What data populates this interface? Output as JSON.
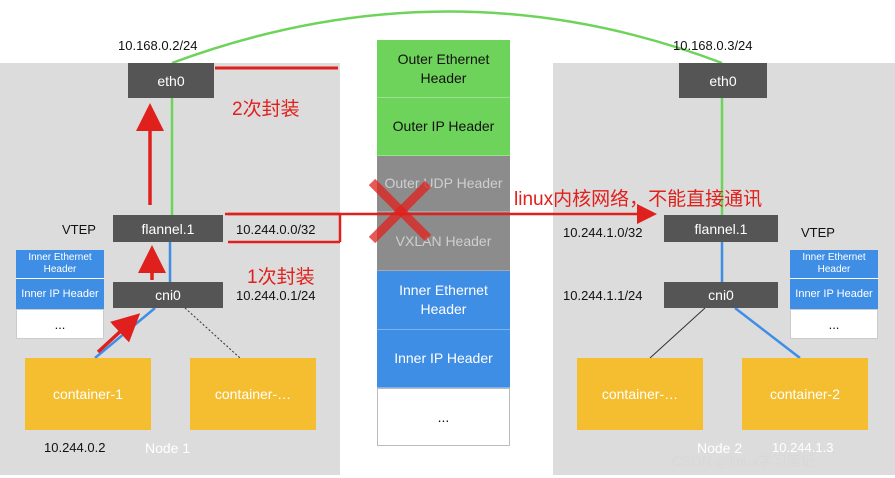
{
  "node1": {
    "label": "Node 1",
    "eth0": {
      "label": "eth0",
      "ip": "10.168.0.2/24"
    },
    "flannel": {
      "label": "flannel.1",
      "ip": "10.244.0.0/32"
    },
    "vtep": "VTEP",
    "cni0": {
      "label": "cni0",
      "ip": "10.244.0.1/24"
    },
    "containers": [
      "container-1",
      "container-…"
    ],
    "container_ip": "10.244.0.2",
    "mini_stack": [
      "Inner Ethernet Header",
      "Inner IP Header",
      "..."
    ]
  },
  "node2": {
    "label": "Node 2",
    "eth0": {
      "label": "eth0",
      "ip": "10.168.0.3/24"
    },
    "flannel": {
      "label": "flannel.1",
      "ip": "10.244.1.0/32"
    },
    "vtep": "VTEP",
    "cni0": {
      "label": "cni0",
      "ip": "10.244.1.1/24"
    },
    "containers": [
      "container-…",
      "container-2"
    ],
    "container_ip": "10.244.1.3",
    "mini_stack": [
      "Inner Ethernet Header",
      "Inner IP Header",
      "..."
    ]
  },
  "packet": {
    "layers": [
      "Outer Ethernet Header",
      "Outer IP Header",
      "Outer UDP Header",
      "VXLAN Header",
      "Inner Ethernet Header",
      "Inner IP Header",
      "..."
    ]
  },
  "annotations": {
    "encap2": "2次封装",
    "encap1": "1次封装",
    "note": "linux内核网络，不能直接通讯"
  },
  "watermark": "CSDN @linux学习笔记",
  "colors": {
    "node_bg": "#dcdcdc",
    "box": "#555555",
    "container": "#f4be30",
    "green": "#6ed35a",
    "gray": "#8c8c8c",
    "blue": "#3f8ee6",
    "red": "#e0201c"
  }
}
